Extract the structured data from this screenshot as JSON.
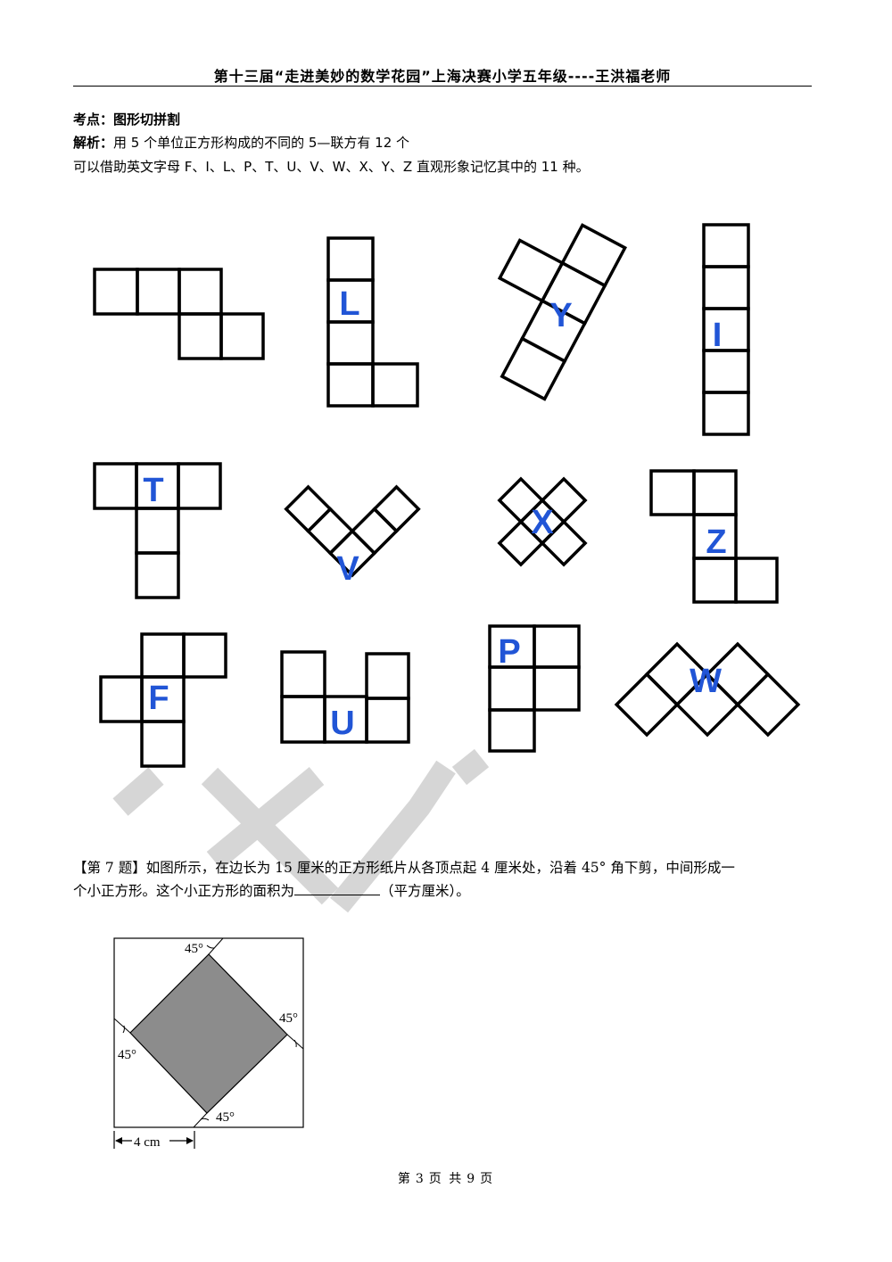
{
  "header": {
    "title": "第十三届“走进美妙的数学花园”上海决赛小学五年级----王洪福老师"
  },
  "analysis": {
    "topic_label": "考点：",
    "topic_value": "图形切拼割",
    "explain_label": "解析：",
    "explain_value": "用 5 个单位正方形构成的不同的 5—联方有 12 个",
    "line3": "可以借助英文字母 F、I、L、P、T、U、V、W、X、Y、Z 直观形象记忆其中的 11 种。"
  },
  "pentominoes": {
    "L": "L",
    "Y": "Y",
    "I": "I",
    "T": "T",
    "V": "V",
    "X": "X",
    "Z": "Z",
    "F": "F",
    "U": "U",
    "P": "P",
    "W": "W",
    "letter_color": "#2155d6"
  },
  "question7": {
    "tag": "【第 7 题】",
    "line1_rest": "如图所示，在边长为 15 厘米的正方形纸片从各顶点起 4 厘米处，沿着 45° 角下剪，中间形成一",
    "line2_before": "个小正方形。这个小正方形的面积为",
    "line2_after": "（平方厘米）。"
  },
  "figure7": {
    "angle_top": "45°",
    "angle_right": "45°",
    "angle_left": "45°",
    "angle_bottom": "45°",
    "dimension": "4 cm",
    "shade_color": "#8c8c8c"
  },
  "footer": {
    "p1": "第",
    "page": "3",
    "p2": "页 共",
    "total": "9",
    "p3": "页"
  }
}
